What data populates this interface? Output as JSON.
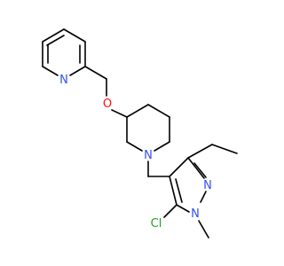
{
  "colors": {
    "carbon_bond": "#000000",
    "nitrogen": "#3050F8",
    "oxygen": "#FF0D0D",
    "chlorine": "#1FA01F"
  },
  "atoms": {
    "n_pyridine": {
      "label": "N",
      "element": "nitrogen"
    },
    "o_ether": {
      "label": "O",
      "element": "oxygen"
    },
    "n_piperidine": {
      "label": "N",
      "element": "nitrogen"
    },
    "n_pyrazole_2": {
      "label": "N",
      "element": "nitrogen"
    },
    "n_pyrazole_1": {
      "label": "N",
      "element": "nitrogen"
    },
    "cl": {
      "label": "Cl",
      "element": "chlorine"
    }
  }
}
